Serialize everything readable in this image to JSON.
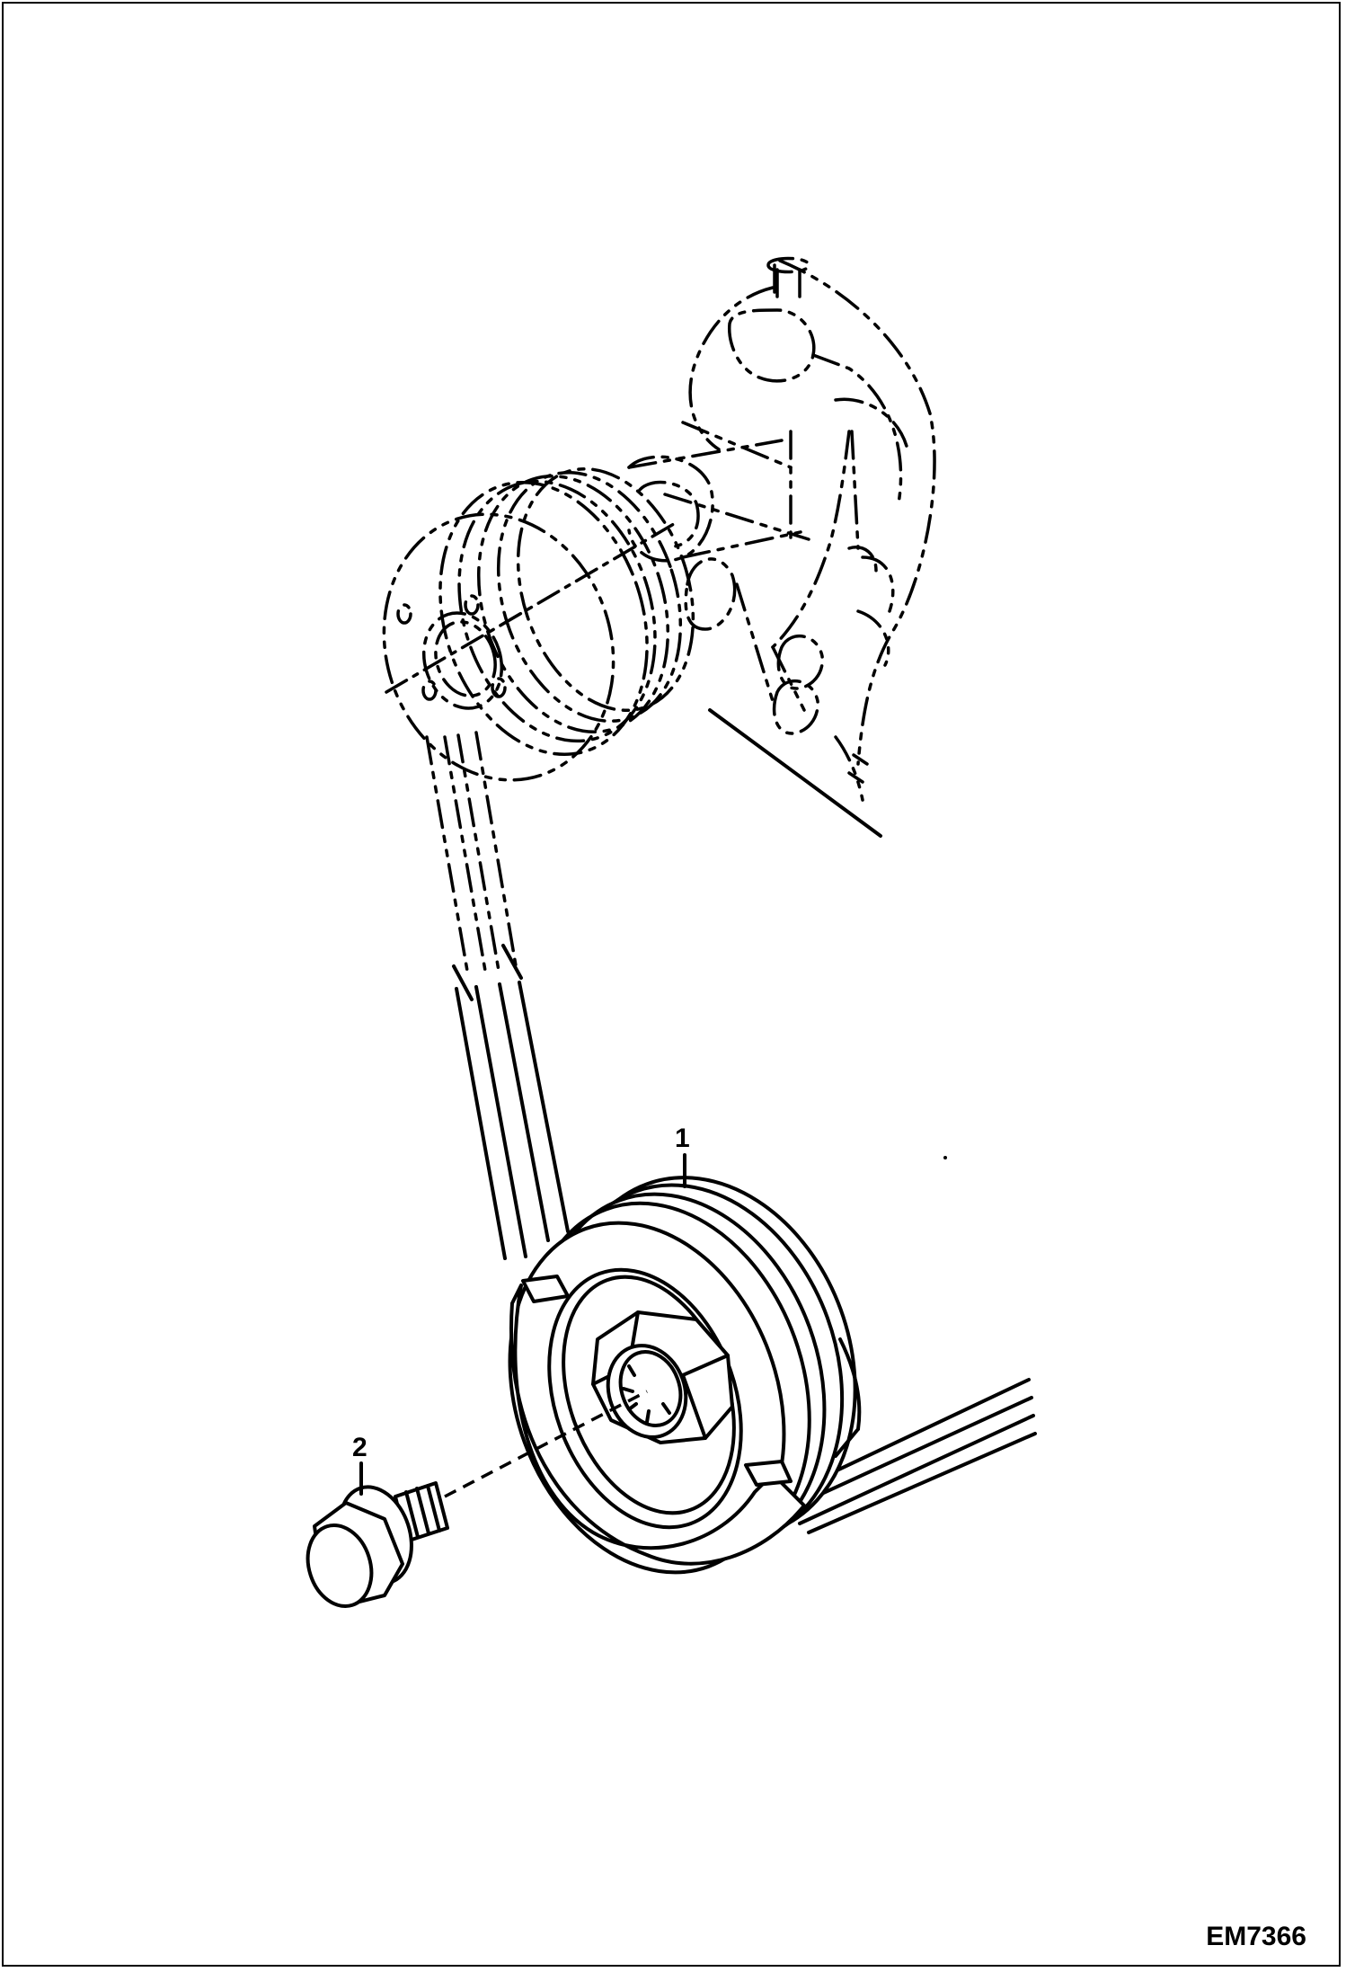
{
  "callouts": {
    "item_1": "1",
    "item_2": "2"
  },
  "figure_code": "EM7366"
}
